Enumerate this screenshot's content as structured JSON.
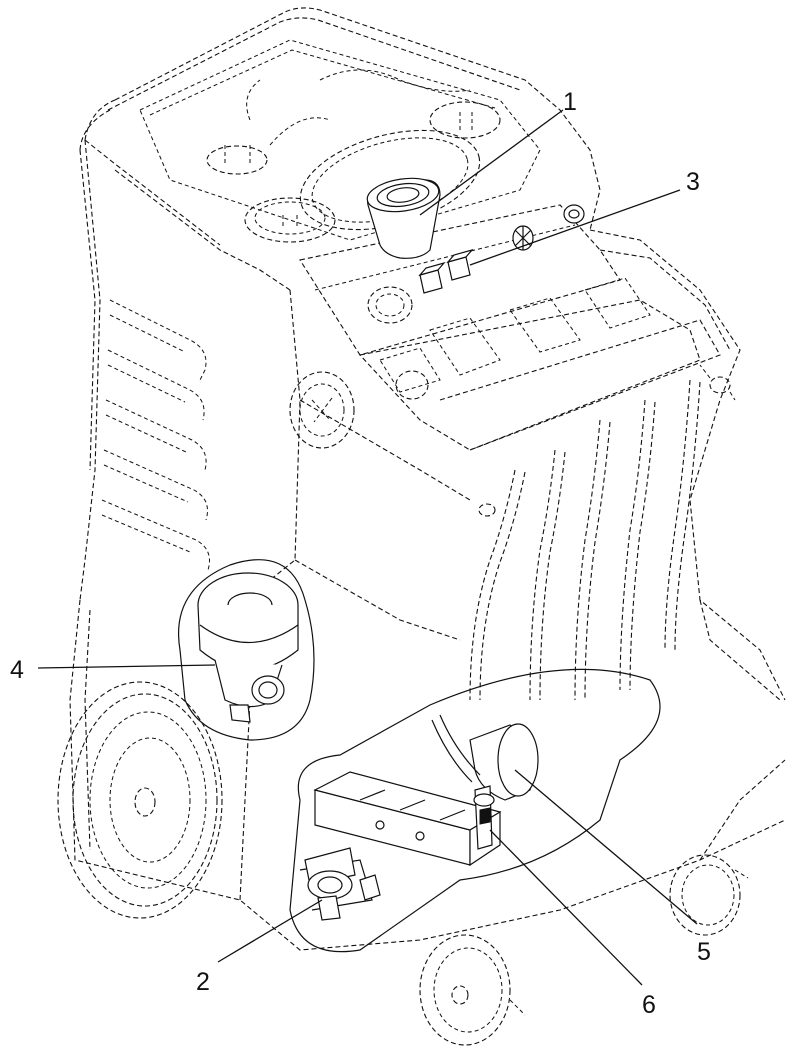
{
  "diagram": {
    "labels": {
      "one": "1",
      "two": "2",
      "three": "3",
      "four": "4",
      "five": "5",
      "six": "6"
    },
    "colors": {
      "line": "#111111",
      "background": "#ffffff"
    }
  }
}
